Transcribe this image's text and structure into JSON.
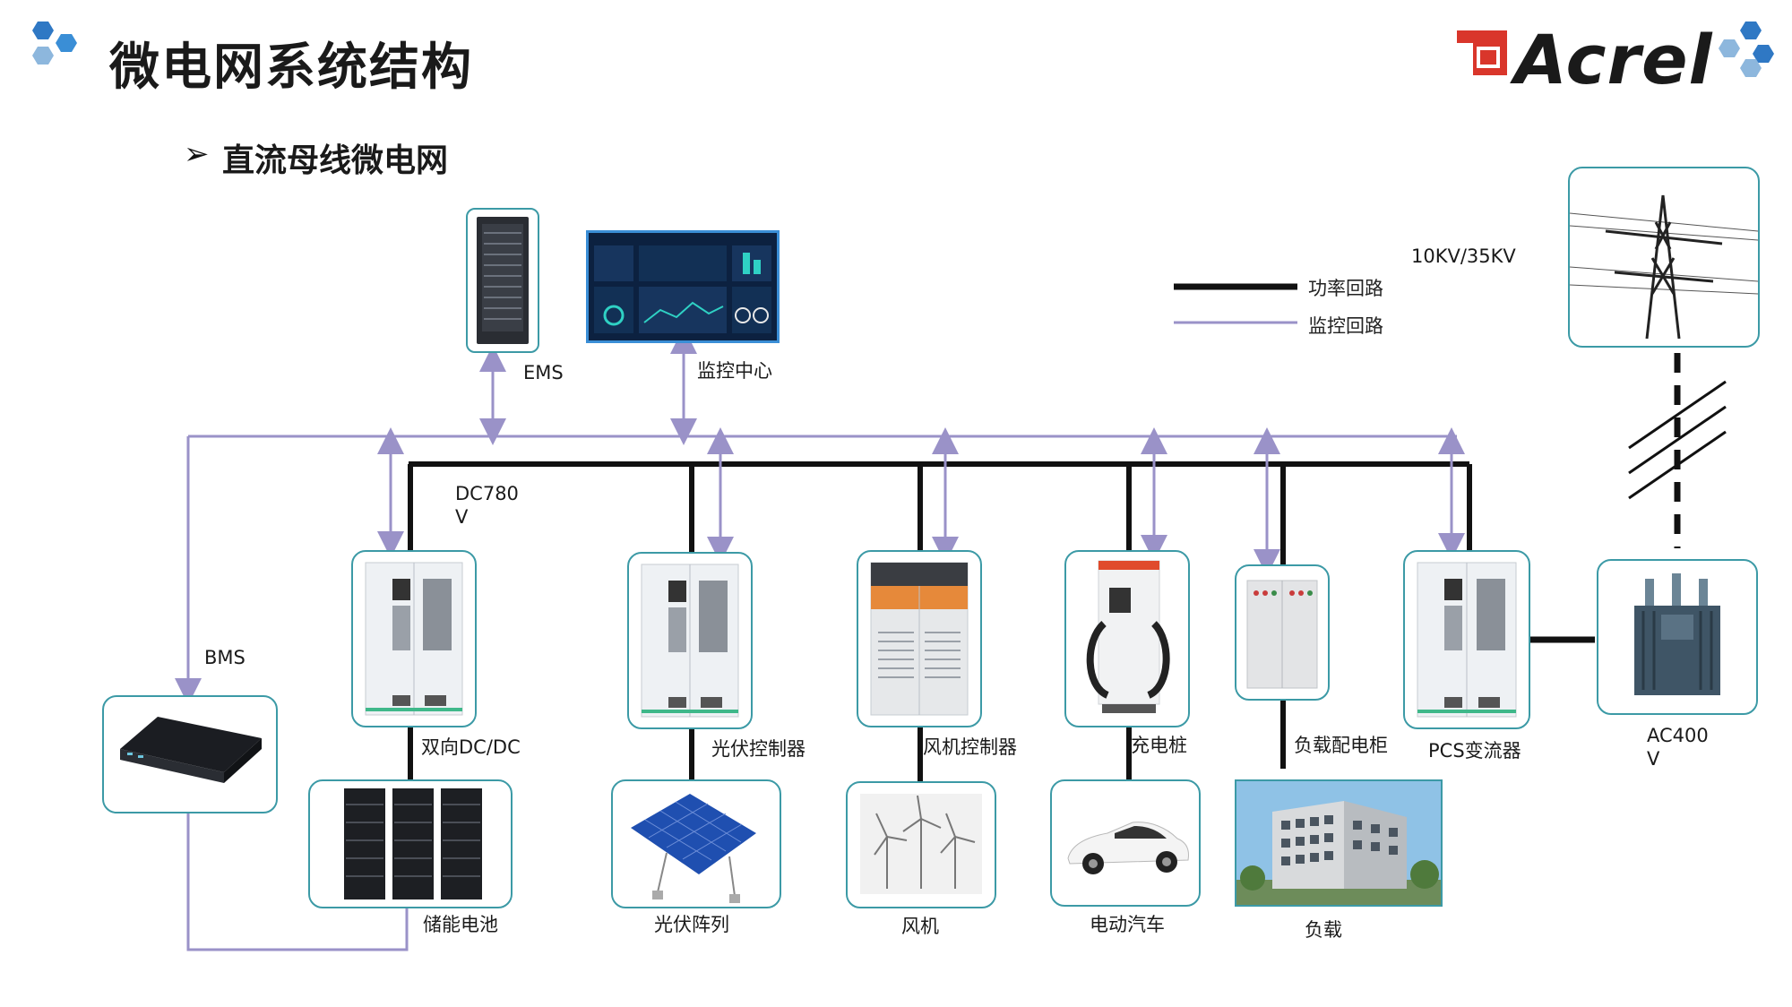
{
  "header": {
    "title": "微电网系统结构",
    "bullet": "➢",
    "subtitle": "直流母线微电网",
    "logo_text": "Acrel"
  },
  "legend": {
    "power_loop": "功率回路",
    "monitor_loop": "监控回路"
  },
  "grid_voltage": "10KV/35KV",
  "bus_voltage": "DC780\nV",
  "ac_voltage": "AC400\nV",
  "top_nodes": {
    "ems": "EMS",
    "monitor_center": "监控中心",
    "bms": "BMS"
  },
  "converters": [
    {
      "label": "双向DC/DC"
    },
    {
      "label": "光伏控制器"
    },
    {
      "label": "风机控制器"
    },
    {
      "label": "充电桩"
    },
    {
      "label": "负载配电柜"
    },
    {
      "label": "PCS变流器"
    }
  ],
  "sources": [
    {
      "label": "储能电池"
    },
    {
      "label": "光伏阵列"
    },
    {
      "label": "风机"
    },
    {
      "label": "电动汽车"
    },
    {
      "label": "负载"
    }
  ],
  "colors": {
    "power": "#111111",
    "monitor": "#9a92c8",
    "box_border": "#3c9aa6",
    "accent_blue": "#2f78c4",
    "logo_red": "#d9362b"
  }
}
